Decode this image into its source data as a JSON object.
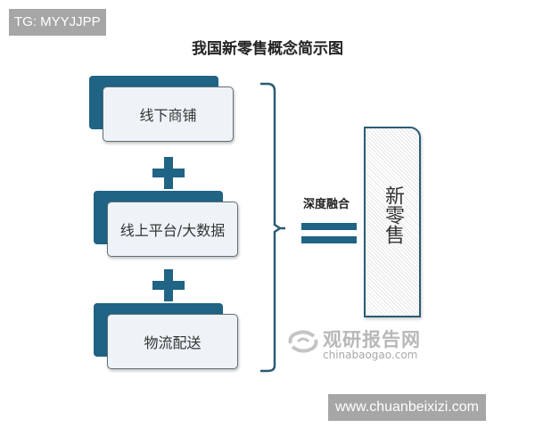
{
  "watermark_top": "TG: MYYJJPP",
  "title": "我国新零售概念简示图",
  "components": [
    {
      "label": "线下商铺"
    },
    {
      "label": "线上平台/大数据"
    },
    {
      "label": "物流配送"
    }
  ],
  "operator_plus": "+",
  "fusion_label": "深度融合",
  "result": {
    "label": "新零售"
  },
  "colors": {
    "accent": "#1f6385",
    "card_bg": "#eef3f7",
    "card_border": "#5f6f7a"
  },
  "brand_watermark": {
    "name": "观研报告网",
    "url": "chinabaogao.com"
  },
  "watermark_bottom": "www.chuanbeixizi.com"
}
